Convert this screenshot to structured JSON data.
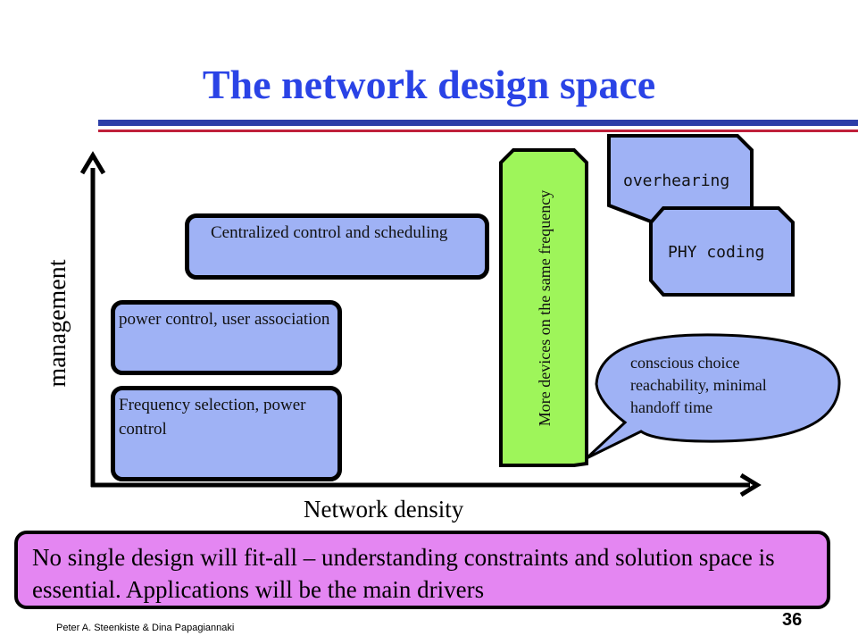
{
  "title": "The network design space",
  "axes": {
    "y_label": "management",
    "x_label": "Network density"
  },
  "boxes": {
    "frequency": "Frequency selection, power control",
    "power": "power control, user association",
    "centralized": "Centralized control and scheduling"
  },
  "vertical_box": "More devices on the same frequency",
  "overhearing": "overhearing",
  "phy_coding": "PHY coding",
  "bubble": {
    "line1": "conscious choice",
    "line2": "reachability, minimal",
    "line3": "handoff time"
  },
  "summary": "No single design will fit-all – understanding constraints and solution space is essential. Applications will be the main drivers",
  "footer": {
    "authors": "Peter A. Steenkiste & Dina Papagiannaki",
    "page": "36"
  },
  "colors": {
    "title": "#2a43e6",
    "box_fill": "#9fb2f5",
    "vertical_fill": "#9ef55a",
    "summary_fill": "#e486f2",
    "rule_blue": "#2c3ea8",
    "rule_red": "#c0203a"
  }
}
